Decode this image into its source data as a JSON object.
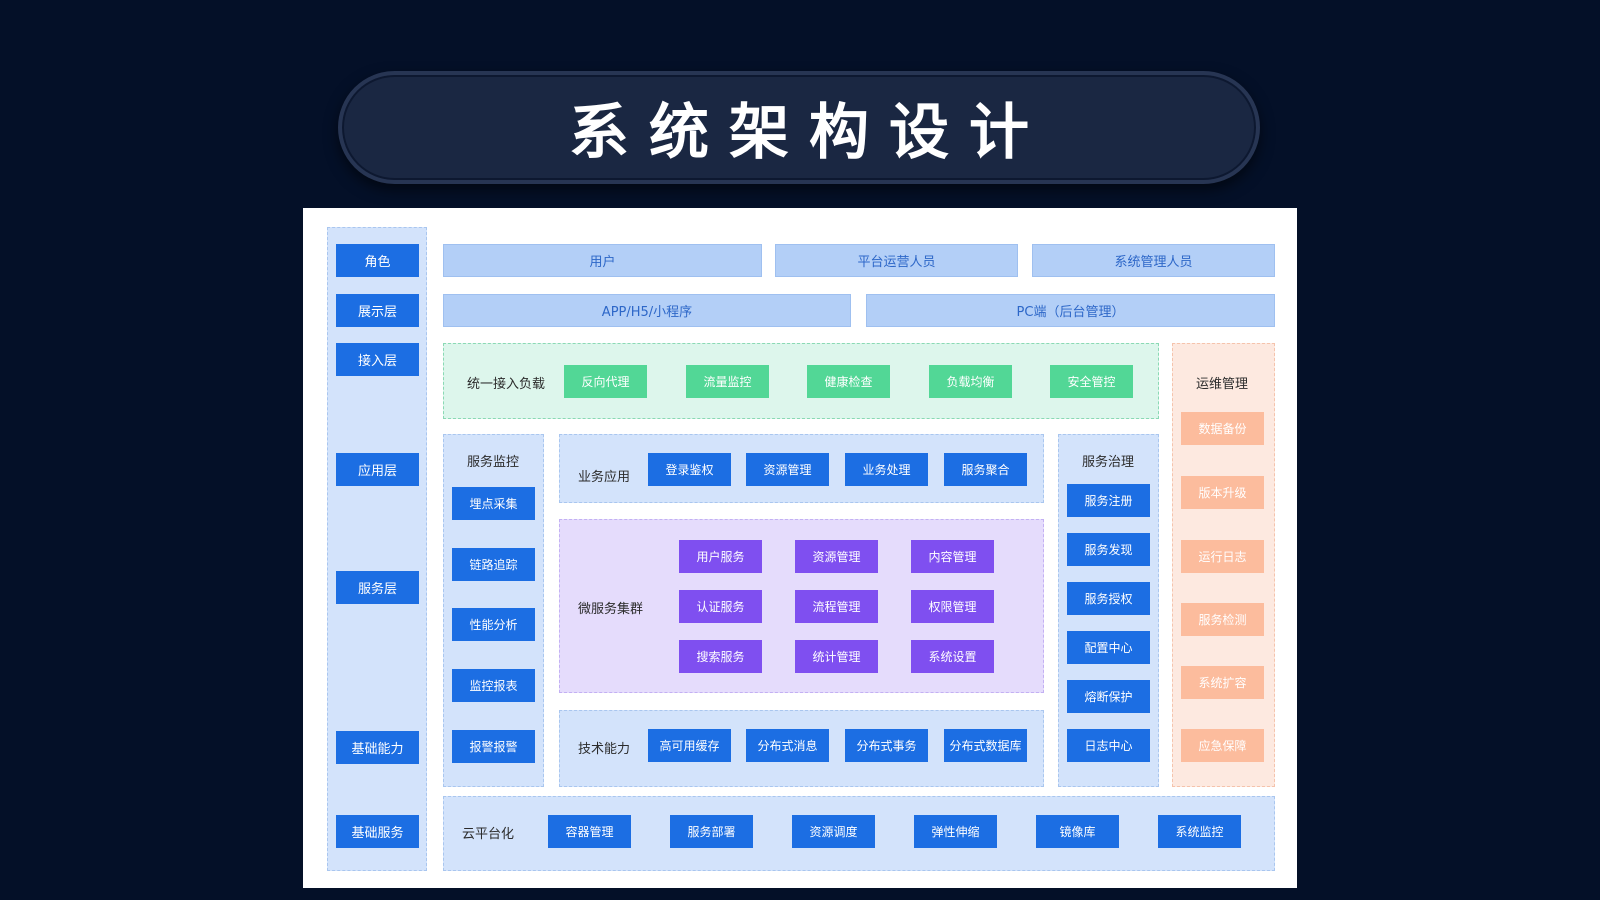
{
  "title": "系统架构设计",
  "layers": [
    "角色",
    "展示层",
    "接入层",
    "应用层",
    "服务层",
    "基础能力",
    "基础服务"
  ],
  "roles": [
    "用户",
    "平台运营人员",
    "系统管理人员"
  ],
  "display": [
    "APP/H5/小程序",
    "PC端（后台管理）"
  ],
  "access": {
    "title": "统一接入负载",
    "items": [
      "反向代理",
      "流量监控",
      "健康检查",
      "负载均衡",
      "安全管控"
    ]
  },
  "ops": {
    "title": "运维管理",
    "items": [
      "数据备份",
      "版本升级",
      "运行日志",
      "服务检测",
      "系统扩容",
      "应急保障"
    ]
  },
  "monitor": {
    "title": "服务监控",
    "items": [
      "埋点采集",
      "链路追踪",
      "性能分析",
      "监控报表",
      "报警报警"
    ]
  },
  "business": {
    "title": "业务应用",
    "items": [
      "登录鉴权",
      "资源管理",
      "业务处理",
      "服务聚合"
    ]
  },
  "microservices": {
    "title": "微服务集群",
    "items": [
      "用户服务",
      "资源管理",
      "内容管理",
      "认证服务",
      "流程管理",
      "权限管理",
      "搜索服务",
      "统计管理",
      "系统设置"
    ]
  },
  "tech": {
    "title": "技术能力",
    "items": [
      "高可用缓存",
      "分布式消息",
      "分布式事务",
      "分布式数据库"
    ]
  },
  "governance": {
    "title": "服务治理",
    "items": [
      "服务注册",
      "服务发现",
      "服务授权",
      "配置中心",
      "熔断保护",
      "日志中心"
    ]
  },
  "cloud": {
    "title": "云平台化",
    "items": [
      "容器管理",
      "服务部署",
      "资源调度",
      "弹性伸缩",
      "镜像库",
      "系统监控"
    ]
  }
}
